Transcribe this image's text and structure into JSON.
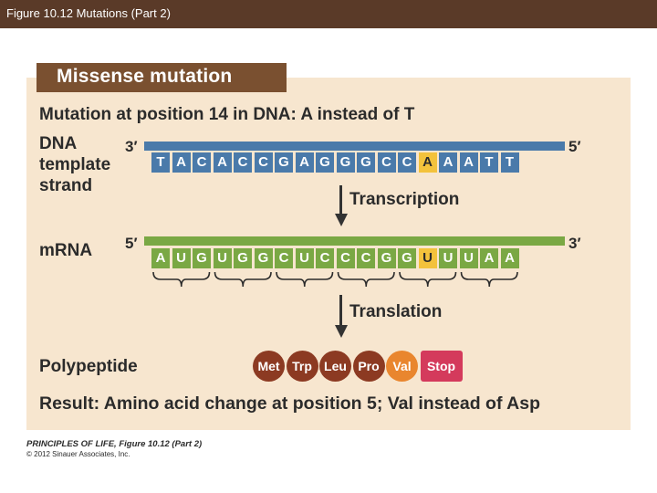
{
  "title_bar": "Figure 10.12 Mutations (Part 2)",
  "panel_header": "Missense mutation",
  "heading": "Mutation at position 14 in DNA: A instead of T",
  "dna": {
    "label_lines": [
      "DNA",
      "template",
      "strand"
    ],
    "end_left": "3′",
    "end_right": "5′",
    "bases": [
      "T",
      "A",
      "C",
      "A",
      "C",
      "C",
      "G",
      "A",
      "G",
      "G",
      "G",
      "C",
      "C",
      "A",
      "A",
      "A",
      "T",
      "T"
    ],
    "highlight_index": 13
  },
  "transcription_label": "Transcription",
  "mrna": {
    "label": "mRNA",
    "end_left": "5′",
    "end_right": "3′",
    "bases": [
      "A",
      "U",
      "G",
      "U",
      "G",
      "G",
      "C",
      "U",
      "C",
      "C",
      "C",
      "G",
      "G",
      "U",
      "U",
      "U",
      "A",
      "A"
    ],
    "highlight_index": 13
  },
  "translation_label": "Translation",
  "polypeptide": {
    "label": "Polypeptide",
    "residues": [
      {
        "name": "Met",
        "color": "#8c3a22",
        "shape": "circle"
      },
      {
        "name": "Trp",
        "color": "#8c3a22",
        "shape": "circle"
      },
      {
        "name": "Leu",
        "color": "#8c3a22",
        "shape": "circle"
      },
      {
        "name": "Pro",
        "color": "#8c3a22",
        "shape": "circle"
      },
      {
        "name": "Val",
        "color": "#e9862e",
        "shape": "circle"
      },
      {
        "name": "Stop",
        "color": "#d43a5c",
        "shape": "rect"
      }
    ]
  },
  "result": {
    "key": "Result:",
    "text": "Amino acid change at position 5; Val instead of Asp"
  },
  "footer": {
    "line1": "PRINCIPLES OF LIFE, Figure 10.12 (Part 2)",
    "line2": "© 2012 Sinauer Associates, Inc."
  },
  "colors": {
    "dna": "#4a7aaa",
    "mrna": "#7aa844",
    "highlight": "#f3c23c",
    "panel_bg": "#f7e6cf",
    "header_bg": "#7a5030"
  }
}
